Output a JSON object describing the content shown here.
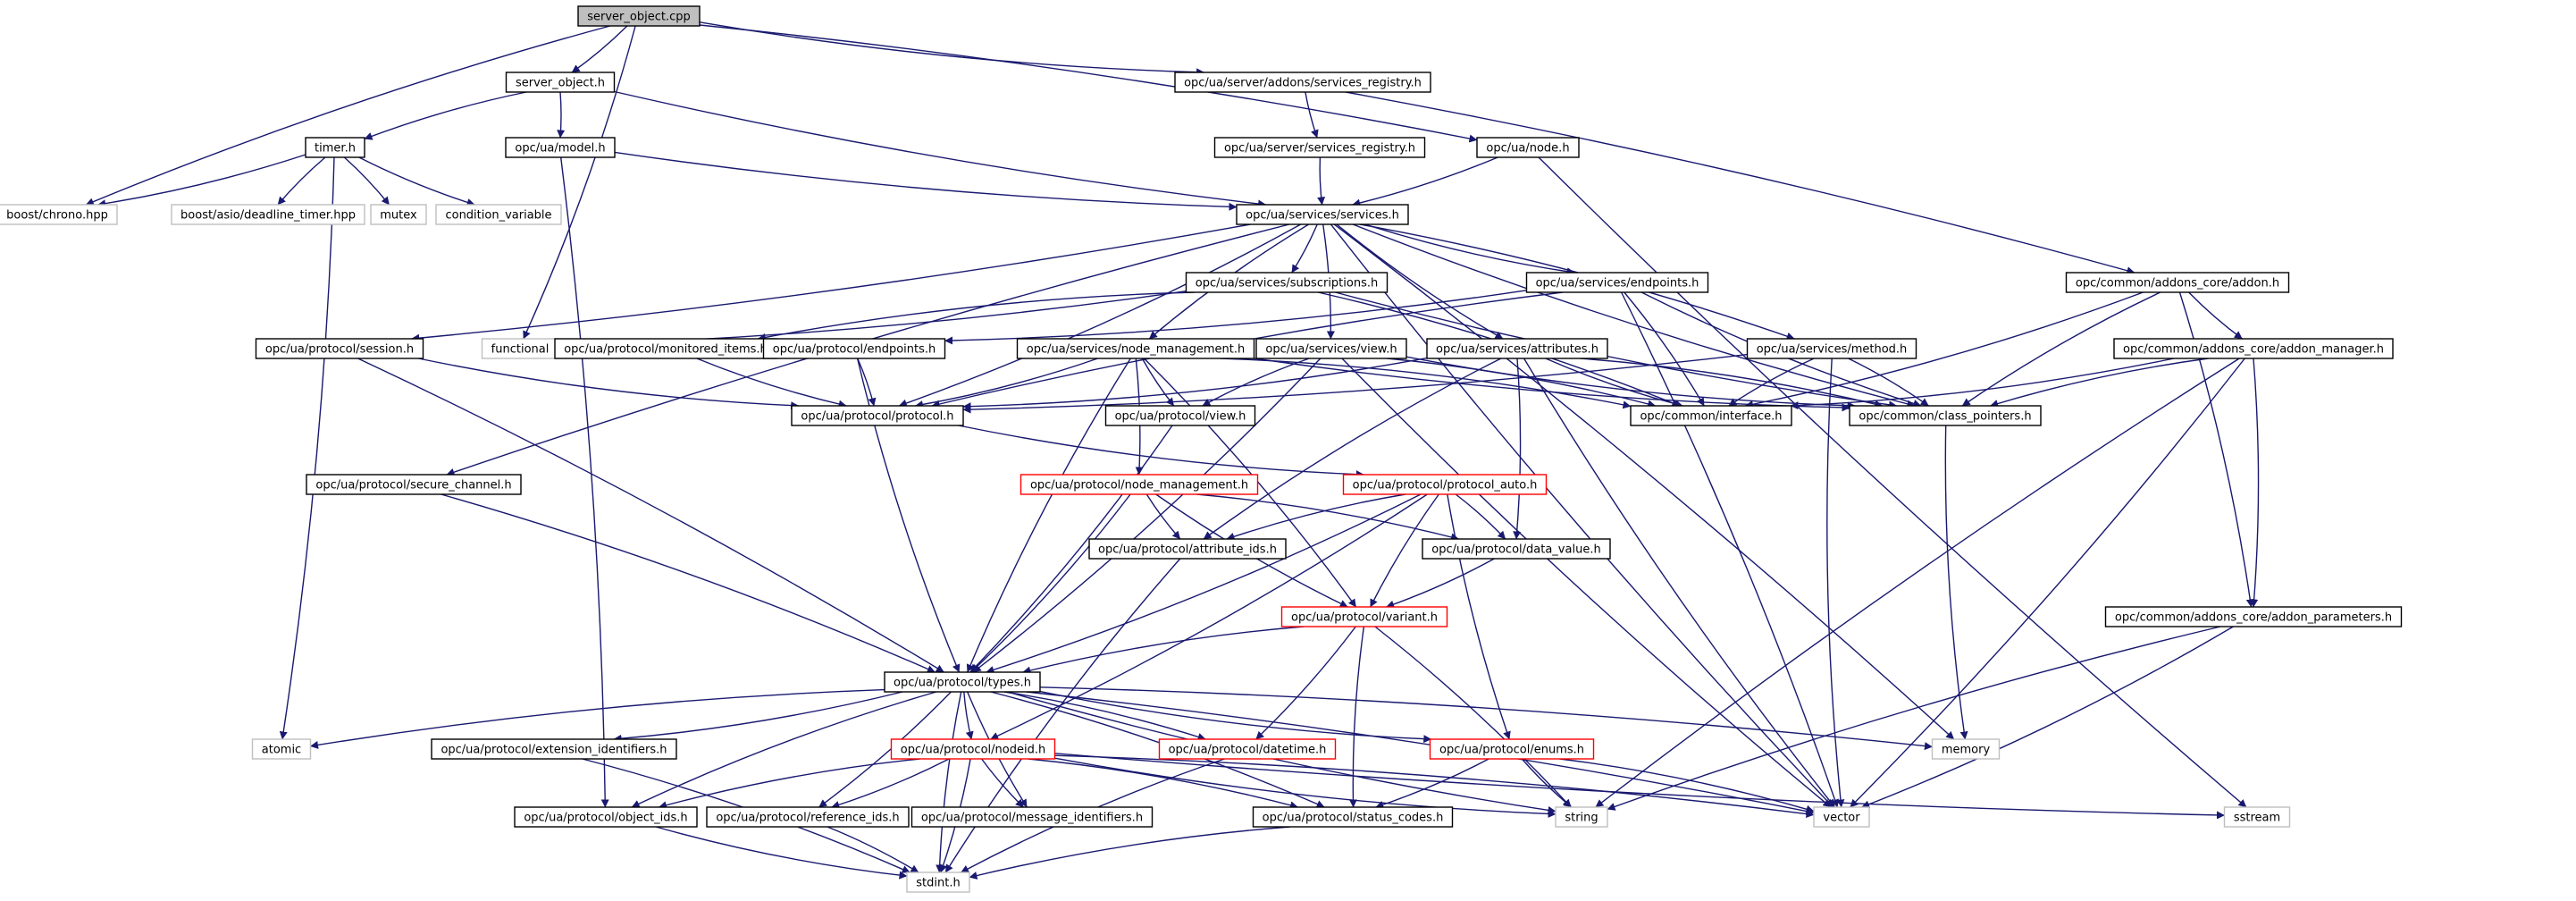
{
  "diagram": {
    "type": "include-dependency-graph",
    "colors": {
      "edge": "#191970",
      "root_fill": "#bfbfbf",
      "root_stroke": "#000000",
      "normal_stroke": "#000000",
      "truncated_stroke": "#ff0000",
      "external_stroke": "#bfbfbf",
      "node_fill": "#ffffff"
    },
    "nodes": [
      {
        "id": "server_object_cpp",
        "label": "server_object.cpp",
        "kind": "root"
      },
      {
        "id": "server_object_h",
        "label": "server_object.h",
        "kind": "normal"
      },
      {
        "id": "services_registry_addons",
        "label": "opc/ua/server/addons/services_registry.h",
        "kind": "normal"
      },
      {
        "id": "node_h",
        "label": "opc/ua/node.h",
        "kind": "normal"
      },
      {
        "id": "timer_h",
        "label": "timer.h",
        "kind": "normal"
      },
      {
        "id": "model_h",
        "label": "opc/ua/model.h",
        "kind": "normal"
      },
      {
        "id": "services_registry_h",
        "label": "opc/ua/server/services_registry.h",
        "kind": "normal"
      },
      {
        "id": "boost_chrono",
        "label": "boost/chrono.hpp",
        "kind": "external"
      },
      {
        "id": "deadline_timer",
        "label": "boost/asio/deadline_timer.hpp",
        "kind": "external"
      },
      {
        "id": "mutex",
        "label": "mutex",
        "kind": "external"
      },
      {
        "id": "condition_variable",
        "label": "condition_variable",
        "kind": "external"
      },
      {
        "id": "services_h",
        "label": "opc/ua/services/services.h",
        "kind": "normal"
      },
      {
        "id": "subscriptions_h",
        "label": "opc/ua/services/subscriptions.h",
        "kind": "normal"
      },
      {
        "id": "endpoints_svc",
        "label": "opc/ua/services/endpoints.h",
        "kind": "normal"
      },
      {
        "id": "addon_h",
        "label": "opc/common/addons_core/addon.h",
        "kind": "normal"
      },
      {
        "id": "functional",
        "label": "functional",
        "kind": "external"
      },
      {
        "id": "session_h",
        "label": "opc/ua/protocol/session.h",
        "kind": "normal"
      },
      {
        "id": "monitored_items",
        "label": "opc/ua/protocol/monitored_items.h",
        "kind": "normal"
      },
      {
        "id": "endpoints_proto",
        "label": "opc/ua/protocol/endpoints.h",
        "kind": "normal"
      },
      {
        "id": "node_management_svc",
        "label": "opc/ua/services/node_management.h",
        "kind": "normal"
      },
      {
        "id": "view_svc",
        "label": "opc/ua/services/view.h",
        "kind": "normal"
      },
      {
        "id": "attributes_svc",
        "label": "opc/ua/services/attributes.h",
        "kind": "normal"
      },
      {
        "id": "method_svc",
        "label": "opc/ua/services/method.h",
        "kind": "normal"
      },
      {
        "id": "addon_manager",
        "label": "opc/common/addons_core/addon_manager.h",
        "kind": "normal"
      },
      {
        "id": "protocol_h",
        "label": "opc/ua/protocol/protocol.h",
        "kind": "normal"
      },
      {
        "id": "view_proto",
        "label": "opc/ua/protocol/view.h",
        "kind": "normal"
      },
      {
        "id": "interface_h",
        "label": "opc/common/interface.h",
        "kind": "normal"
      },
      {
        "id": "class_pointers",
        "label": "opc/common/class_pointers.h",
        "kind": "normal"
      },
      {
        "id": "secure_channel",
        "label": "opc/ua/protocol/secure_channel.h",
        "kind": "normal"
      },
      {
        "id": "node_management_proto",
        "label": "opc/ua/protocol/node_management.h",
        "kind": "truncated"
      },
      {
        "id": "protocol_auto",
        "label": "opc/ua/protocol/protocol_auto.h",
        "kind": "truncated"
      },
      {
        "id": "attribute_ids",
        "label": "opc/ua/protocol/attribute_ids.h",
        "kind": "normal"
      },
      {
        "id": "data_value",
        "label": "opc/ua/protocol/data_value.h",
        "kind": "normal"
      },
      {
        "id": "variant_h",
        "label": "opc/ua/protocol/variant.h",
        "kind": "truncated"
      },
      {
        "id": "addon_parameters",
        "label": "opc/common/addons_core/addon_parameters.h",
        "kind": "normal"
      },
      {
        "id": "types_h",
        "label": "opc/ua/protocol/types.h",
        "kind": "normal"
      },
      {
        "id": "atomic",
        "label": "atomic",
        "kind": "external"
      },
      {
        "id": "extension_identifiers",
        "label": "opc/ua/protocol/extension_identifiers.h",
        "kind": "normal"
      },
      {
        "id": "nodeid_h",
        "label": "opc/ua/protocol/nodeid.h",
        "kind": "truncated"
      },
      {
        "id": "datetime_h",
        "label": "opc/ua/protocol/datetime.h",
        "kind": "truncated"
      },
      {
        "id": "enums_h",
        "label": "opc/ua/protocol/enums.h",
        "kind": "truncated"
      },
      {
        "id": "memory",
        "label": "memory",
        "kind": "external"
      },
      {
        "id": "object_ids",
        "label": "opc/ua/protocol/object_ids.h",
        "kind": "normal"
      },
      {
        "id": "reference_ids",
        "label": "opc/ua/protocol/reference_ids.h",
        "kind": "normal"
      },
      {
        "id": "message_identifiers",
        "label": "opc/ua/protocol/message_identifiers.h",
        "kind": "normal"
      },
      {
        "id": "status_codes",
        "label": "opc/ua/protocol/status_codes.h",
        "kind": "normal"
      },
      {
        "id": "string",
        "label": "string",
        "kind": "external"
      },
      {
        "id": "vector",
        "label": "vector",
        "kind": "external"
      },
      {
        "id": "sstream",
        "label": "sstream",
        "kind": "external"
      },
      {
        "id": "stdint",
        "label": "stdint.h",
        "kind": "external"
      }
    ],
    "edges": [
      [
        "server_object_cpp",
        "server_object_h"
      ],
      [
        "server_object_cpp",
        "services_registry_addons"
      ],
      [
        "server_object_cpp",
        "node_h"
      ],
      [
        "server_object_cpp",
        "boost_chrono"
      ],
      [
        "server_object_cpp",
        "functional"
      ],
      [
        "server_object_h",
        "timer_h"
      ],
      [
        "server_object_h",
        "model_h"
      ],
      [
        "server_object_h",
        "services_h"
      ],
      [
        "timer_h",
        "boost_chrono"
      ],
      [
        "timer_h",
        "deadline_timer"
      ],
      [
        "timer_h",
        "mutex"
      ],
      [
        "timer_h",
        "condition_variable"
      ],
      [
        "timer_h",
        "atomic"
      ],
      [
        "model_h",
        "services_h"
      ],
      [
        "model_h",
        "object_ids"
      ],
      [
        "services_registry_addons",
        "services_registry_h"
      ],
      [
        "services_registry_addons",
        "addon_h"
      ],
      [
        "services_registry_h",
        "services_h"
      ],
      [
        "node_h",
        "services_h"
      ],
      [
        "node_h",
        "sstream"
      ],
      [
        "services_h",
        "subscriptions_h"
      ],
      [
        "services_h",
        "endpoints_svc"
      ],
      [
        "services_h",
        "session_h"
      ],
      [
        "services_h",
        "secure_channel"
      ],
      [
        "services_h",
        "protocol_h"
      ],
      [
        "services_h",
        "node_management_svc"
      ],
      [
        "services_h",
        "view_svc"
      ],
      [
        "services_h",
        "attributes_svc"
      ],
      [
        "services_h",
        "method_svc"
      ],
      [
        "services_h",
        "class_pointers"
      ],
      [
        "services_h",
        "memory"
      ],
      [
        "services_h",
        "vector"
      ],
      [
        "subscriptions_h",
        "functional"
      ],
      [
        "subscriptions_h",
        "monitored_items"
      ],
      [
        "subscriptions_h",
        "interface_h"
      ],
      [
        "subscriptions_h",
        "class_pointers"
      ],
      [
        "endpoints_svc",
        "endpoints_proto"
      ],
      [
        "endpoints_svc",
        "protocol_h"
      ],
      [
        "endpoints_svc",
        "interface_h"
      ],
      [
        "endpoints_svc",
        "class_pointers"
      ],
      [
        "endpoints_svc",
        "vector"
      ],
      [
        "addon_h",
        "addon_manager"
      ],
      [
        "addon_h",
        "interface_h"
      ],
      [
        "addon_h",
        "class_pointers"
      ],
      [
        "addon_h",
        "addon_parameters"
      ],
      [
        "session_h",
        "protocol_h"
      ],
      [
        "session_h",
        "types_h"
      ],
      [
        "monitored_items",
        "protocol_h"
      ],
      [
        "endpoints_proto",
        "protocol_h"
      ],
      [
        "endpoints_proto",
        "types_h"
      ],
      [
        "node_management_svc",
        "protocol_h"
      ],
      [
        "node_management_svc",
        "view_proto"
      ],
      [
        "node_management_svc",
        "interface_h"
      ],
      [
        "node_management_svc",
        "class_pointers"
      ],
      [
        "node_management_svc",
        "node_management_proto"
      ],
      [
        "node_management_svc",
        "types_h"
      ],
      [
        "node_management_svc",
        "variant_h"
      ],
      [
        "view_svc",
        "view_proto"
      ],
      [
        "view_svc",
        "interface_h"
      ],
      [
        "view_svc",
        "class_pointers"
      ],
      [
        "view_svc",
        "types_h"
      ],
      [
        "view_svc",
        "vector"
      ],
      [
        "attributes_svc",
        "protocol_h"
      ],
      [
        "attributes_svc",
        "interface_h"
      ],
      [
        "attributes_svc",
        "class_pointers"
      ],
      [
        "attributes_svc",
        "attribute_ids"
      ],
      [
        "attributes_svc",
        "data_value"
      ],
      [
        "attributes_svc",
        "vector"
      ],
      [
        "method_svc",
        "protocol_h"
      ],
      [
        "method_svc",
        "interface_h"
      ],
      [
        "method_svc",
        "class_pointers"
      ],
      [
        "method_svc",
        "vector"
      ],
      [
        "addon_manager",
        "interface_h"
      ],
      [
        "addon_manager",
        "class_pointers"
      ],
      [
        "addon_manager",
        "addon_parameters"
      ],
      [
        "addon_manager",
        "string"
      ],
      [
        "addon_manager",
        "vector"
      ],
      [
        "protocol_h",
        "protocol_auto"
      ],
      [
        "view_proto",
        "types_h"
      ],
      [
        "class_pointers",
        "memory"
      ],
      [
        "secure_channel",
        "types_h"
      ],
      [
        "node_management_proto",
        "attribute_ids"
      ],
      [
        "node_management_proto",
        "data_value"
      ],
      [
        "node_management_proto",
        "variant_h"
      ],
      [
        "node_management_proto",
        "types_h"
      ],
      [
        "protocol_auto",
        "attribute_ids"
      ],
      [
        "protocol_auto",
        "data_value"
      ],
      [
        "protocol_auto",
        "variant_h"
      ],
      [
        "protocol_auto",
        "types_h"
      ],
      [
        "protocol_auto",
        "enums_h"
      ],
      [
        "protocol_auto",
        "nodeid_h"
      ],
      [
        "attribute_ids",
        "stdint"
      ],
      [
        "data_value",
        "variant_h"
      ],
      [
        "variant_h",
        "types_h"
      ],
      [
        "variant_h",
        "datetime_h"
      ],
      [
        "variant_h",
        "status_codes"
      ],
      [
        "variant_h",
        "string"
      ],
      [
        "addon_parameters",
        "string"
      ],
      [
        "addon_parameters",
        "vector"
      ],
      [
        "types_h",
        "atomic"
      ],
      [
        "types_h",
        "extension_identifiers"
      ],
      [
        "types_h",
        "nodeid_h"
      ],
      [
        "types_h",
        "datetime_h"
      ],
      [
        "types_h",
        "enums_h"
      ],
      [
        "types_h",
        "memory"
      ],
      [
        "types_h",
        "object_ids"
      ],
      [
        "types_h",
        "reference_ids"
      ],
      [
        "types_h",
        "message_identifiers"
      ],
      [
        "types_h",
        "status_codes"
      ],
      [
        "types_h",
        "string"
      ],
      [
        "types_h",
        "vector"
      ],
      [
        "types_h",
        "stdint"
      ],
      [
        "extension_identifiers",
        "stdint"
      ],
      [
        "nodeid_h",
        "object_ids"
      ],
      [
        "nodeid_h",
        "reference_ids"
      ],
      [
        "nodeid_h",
        "message_identifiers"
      ],
      [
        "nodeid_h",
        "status_codes"
      ],
      [
        "nodeid_h",
        "string"
      ],
      [
        "nodeid_h",
        "vector"
      ],
      [
        "nodeid_h",
        "sstream"
      ],
      [
        "nodeid_h",
        "stdint"
      ],
      [
        "datetime_h",
        "stdint"
      ],
      [
        "enums_h",
        "status_codes"
      ],
      [
        "enums_h",
        "string"
      ],
      [
        "enums_h",
        "vector"
      ],
      [
        "object_ids",
        "stdint"
      ],
      [
        "reference_ids",
        "stdint"
      ],
      [
        "status_codes",
        "stdint"
      ]
    ]
  }
}
